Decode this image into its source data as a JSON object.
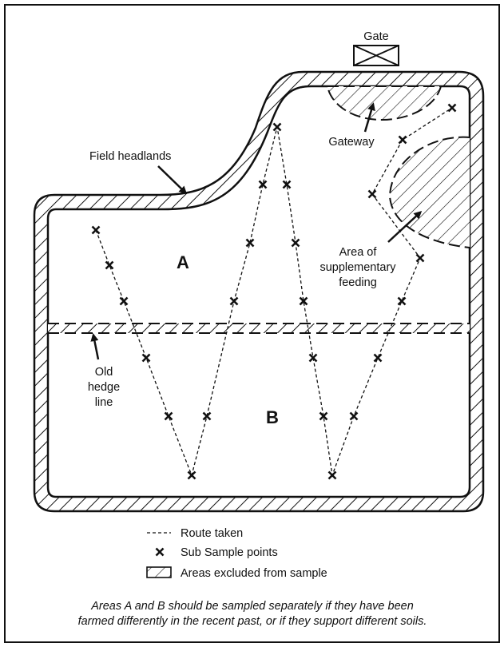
{
  "labels": {
    "gate": "Gate",
    "gateway": "Gateway",
    "field_headlands": "Field headlands",
    "area_a": "A",
    "area_b": "B",
    "supplementary_lines": [
      "Area of",
      "supplementary",
      "feeding"
    ],
    "hedge_lines": [
      "Old",
      "hedge",
      "line"
    ]
  },
  "legend": {
    "route": "Route taken",
    "points": "Sub Sample points",
    "excluded": "Areas excluded from sample"
  },
  "caption": {
    "line1": "Areas A and B should be sampled separately if they have been",
    "line2": "farmed differently in the recent past, or if they support different soils."
  },
  "colors": {
    "ink": "#111111",
    "background": "#ffffff"
  },
  "icons": {
    "point": "cross-mark",
    "excluded": "hatched-box"
  }
}
